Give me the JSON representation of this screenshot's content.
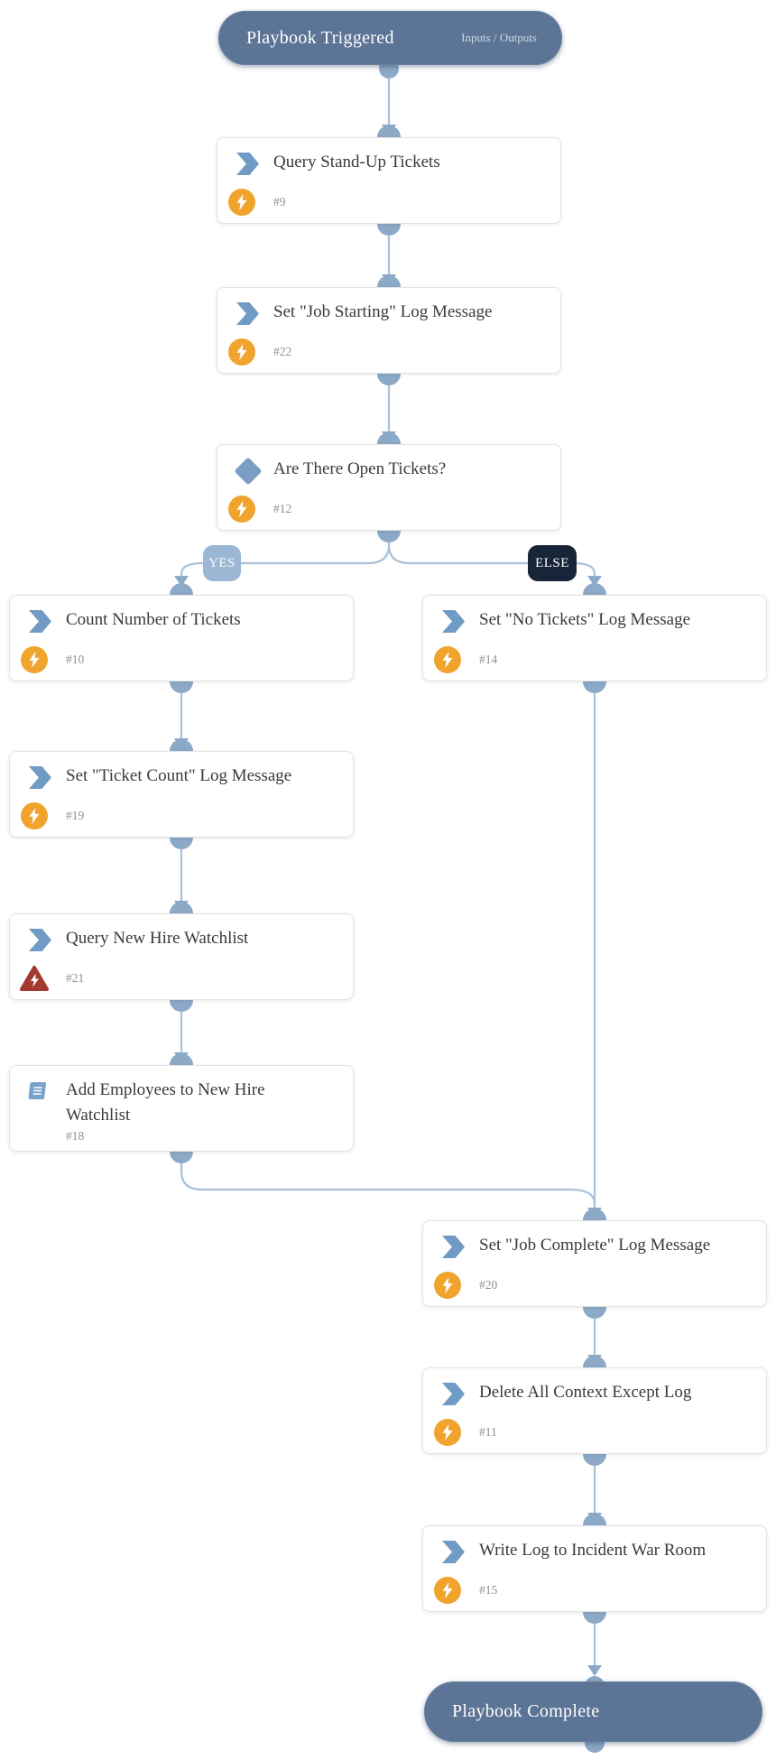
{
  "start_node": {
    "title": "Playbook Triggered",
    "link_label": "Inputs / Outputs"
  },
  "end_node": {
    "title": "Playbook Complete"
  },
  "branch_labels": {
    "yes": "YES",
    "else": "ELSE"
  },
  "nodes": [
    {
      "id": "#9",
      "title": "Query Stand-Up Tickets",
      "icon": "chevron-right",
      "status": "success"
    },
    {
      "id": "#22",
      "title": "Set \"Job Starting\" Log Message",
      "icon": "chevron-right",
      "status": "success"
    },
    {
      "id": "#12",
      "title": "Are There Open Tickets?",
      "icon": "decision-diamond",
      "status": "success"
    },
    {
      "id": "#10",
      "title": "Count Number of Tickets",
      "icon": "chevron-right",
      "status": "success"
    },
    {
      "id": "#19",
      "title": "Set \"Ticket Count\" Log Message",
      "icon": "chevron-right",
      "status": "success"
    },
    {
      "id": "#21",
      "title": "Query New Hire Watchlist",
      "icon": "chevron-right",
      "status": "error"
    },
    {
      "id": "#18",
      "title": "Add Employees to New Hire Watchlist",
      "icon": "book",
      "status": "none"
    },
    {
      "id": "#14",
      "title": "Set \"No Tickets\" Log Message",
      "icon": "chevron-right",
      "status": "success"
    },
    {
      "id": "#20",
      "title": "Set \"Job Complete\" Log Message",
      "icon": "chevron-right",
      "status": "success"
    },
    {
      "id": "#11",
      "title": "Delete All Context Except Log",
      "icon": "chevron-right",
      "status": "success"
    },
    {
      "id": "#15",
      "title": "Write Log to Incident War Room",
      "icon": "chevron-right",
      "status": "success"
    }
  ],
  "colors": {
    "pill_background": "#5c7495",
    "connector_line": "#a9c0d8",
    "connector_node": "#8ca9c8",
    "yes_badge": "#9cb7d3",
    "else_badge": "#182539",
    "action_icon": "#6f9bc4",
    "success_status": "#f0a42d",
    "error_status": "#a33a31"
  }
}
